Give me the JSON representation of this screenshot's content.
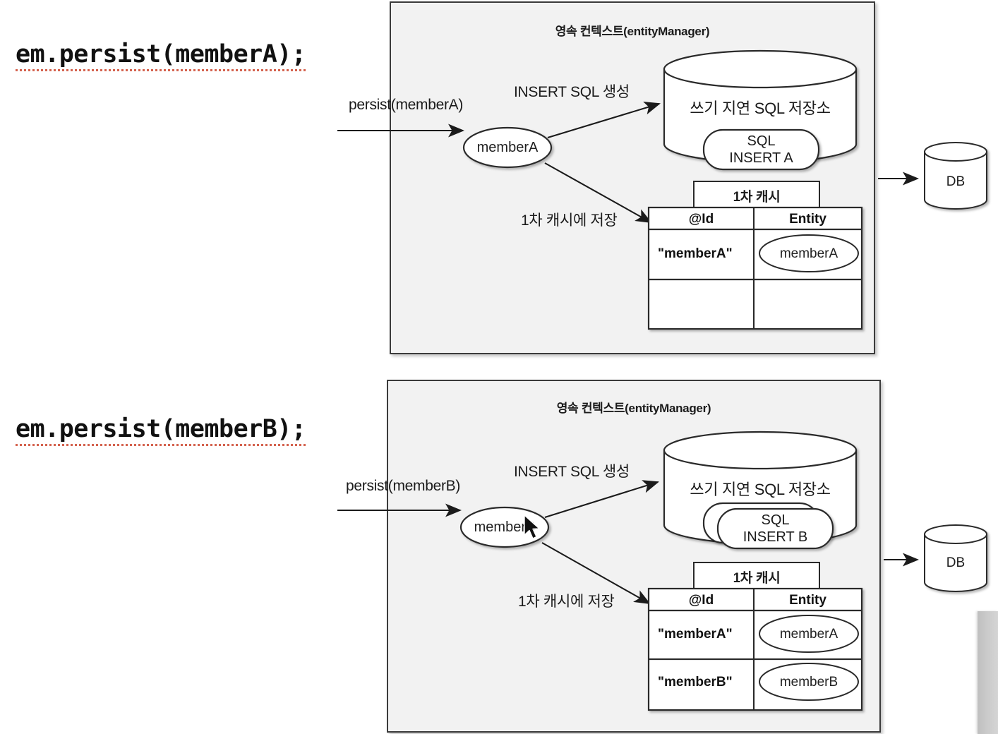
{
  "page": {
    "background_color": "#ffffff",
    "panel_fill": "#f2f2f2",
    "panel_border": "#3b3b3b",
    "squiggle_color": "#d4634f"
  },
  "slides": [
    {
      "caption": "em.persist(memberA);",
      "panel_title": "영속 컨텍스트(entityManager)",
      "labels": {
        "incoming_call": "persist(memberA)",
        "insert_sql": "INSERT SQL 생성",
        "store_cache": "1차 캐시에 저장"
      },
      "entity_node": "memberA",
      "sql_store": {
        "title": "쓰기 지연 SQL 저장소",
        "queries": [
          {
            "line1": "SQL",
            "line2": "INSERT A"
          }
        ]
      },
      "cache": {
        "tab_label": "1차 캐시",
        "headers": [
          "@Id",
          "Entity"
        ],
        "rows": [
          {
            "id": "\"memberA\"",
            "entity": "memberA"
          },
          {
            "id": "",
            "entity": ""
          }
        ]
      },
      "database": {
        "label": "DB"
      }
    },
    {
      "caption": "em.persist(memberB);",
      "panel_title": "영속 컨텍스트(entityManager)",
      "labels": {
        "incoming_call": "persist(memberB)",
        "insert_sql": "INSERT SQL 생성",
        "store_cache": "1차 캐시에 저장"
      },
      "entity_node": "memberB",
      "sql_store": {
        "title": "쓰기 지연 SQL 저장소",
        "queries": [
          {
            "line1": "",
            "line2": ""
          },
          {
            "line1": "SQL",
            "line2": "INSERT B"
          }
        ]
      },
      "cache": {
        "tab_label": "1차 캐시",
        "headers": [
          "@Id",
          "Entity"
        ],
        "rows": [
          {
            "id": "\"memberA\"",
            "entity": "memberA"
          },
          {
            "id": "\"memberB\"",
            "entity": "memberB"
          }
        ]
      },
      "database": {
        "label": "DB"
      }
    }
  ],
  "overlay": {
    "cursor_icon": "mouse-pointer-icon",
    "right_edge_strip": "scrollbar-edge"
  }
}
